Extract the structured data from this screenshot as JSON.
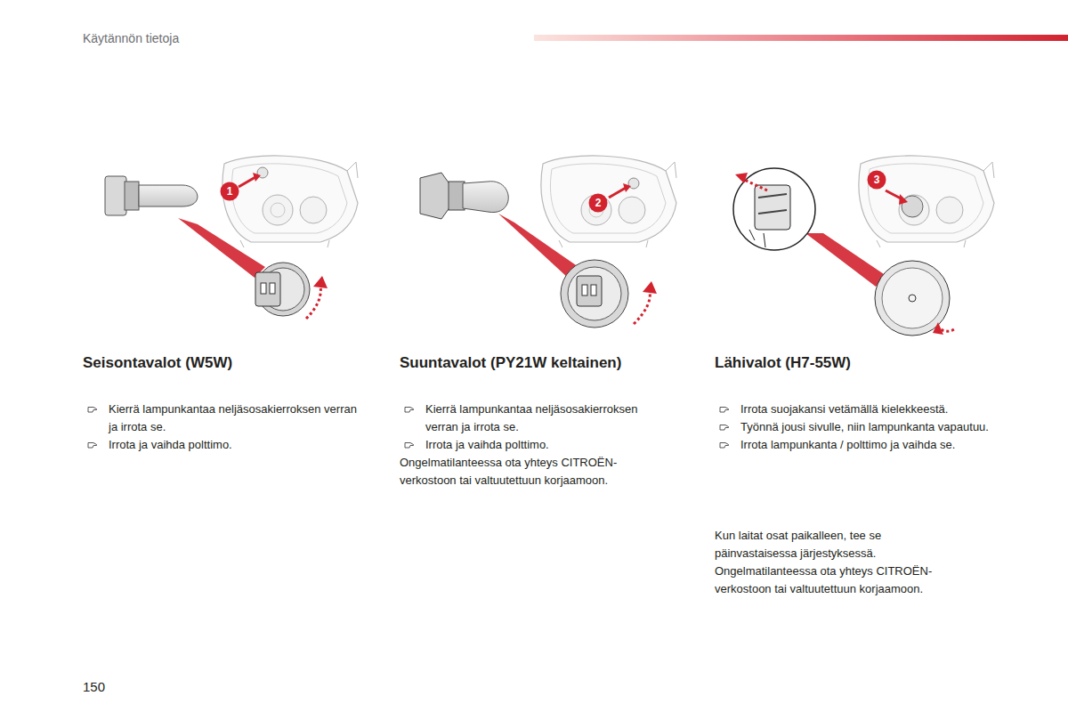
{
  "diagram": {
    "title": "Käytännön tietoja",
    "nodes": [
      {
        "text": [
          "1"
        ]
      },
      {
        "text": [
          "2"
        ]
      },
      {
        "text": [
          "3"
        ]
      }
    ],
    "labels": [
      "Seisontavalot (W5W)",
      "Kierrä lampunkantaa neljäsosakierroksen verran ja irrota se.",
      "Irrota ja vaihda polttimo.",
      "Suuntavalot (PY21W keltainen)",
      "Kierrä lampunkantaa neljäsosakierroksen verran ja irrota se.",
      "Irrota ja vaihda polttimo.",
      "Ongelmatilanteessa ota yhteys CITROËN-verkostoon tai valtuutettuun korjaamoon.",
      "Lähivalot (H7-55W)",
      "Irrota suojakansi vetämällä kielekkeestä.",
      "Työnnä jousi sivulle, niin lampunkanta vapautuu.",
      "Irrota lampunkanta / polttimo ja vaihda se.",
      "Kun laitat osat paikalleen, tee se päinvastaisessa järjestyksessä.",
      "Ongelmatilanteessa ota yhteys CITROËN-verkostoon tai valtuutettuun korjaamoon.",
      "150"
    ]
  }
}
